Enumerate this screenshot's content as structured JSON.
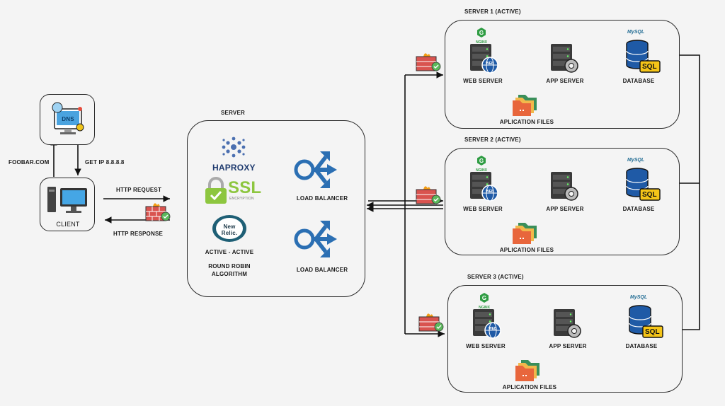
{
  "client": {
    "label": "CLIENT"
  },
  "dns": {
    "icon_text": "DNS"
  },
  "edges": {
    "foobar": "FOOBAR.COM",
    "get_ip": "GET IP 8.8.8.8",
    "http_request": "HTTP REQUEST",
    "http_response": "HTTP RESPONSE"
  },
  "server": {
    "title": "SERVER",
    "haproxy_text": "HAPROXY",
    "ssl_text": "SSL",
    "ssl_sub": "ENCRYPTION",
    "newrelic_text": "New Relic.",
    "mode": "ACTIVE - ACTIVE",
    "algo_line1": "ROUND ROBIN",
    "algo_line2": "ALGORITHM",
    "lb1": "LOAD BALANCER",
    "lb2": "LOAD BALANCER"
  },
  "clusters": [
    {
      "title": "SERVER 1 (ACTIVE)",
      "web": "WEB SERVER",
      "app": "APP SERVER",
      "db": "DATABASE",
      "files": "APLICATION FILES",
      "nginx": "NGINX",
      "mysql": "MySQL",
      "sql": "SQL",
      "www": "WEB"
    },
    {
      "title": "SERVER 2 (ACTIVE)",
      "web": "WEB SERVER",
      "app": "APP SERVER",
      "db": "DATABASE",
      "files": "APLICATION FILES",
      "nginx": "NGINX",
      "mysql": "MySQL",
      "sql": "SQL",
      "www": "WEB"
    },
    {
      "title": "SERVER 3  (ACTIVE)",
      "web": "WEB SERVER",
      "app": "APP SERVER",
      "db": "DATABASE",
      "files": "APLICATION FILES",
      "nginx": "NGINX",
      "mysql": "MySQL",
      "sql": "SQL",
      "www": "WEB"
    }
  ],
  "colors": {
    "accent_blue": "#2b6fb3",
    "ssl_green": "#8dc63f",
    "firewall_red": "#d9534f",
    "db_yellow": "#f5c518"
  }
}
